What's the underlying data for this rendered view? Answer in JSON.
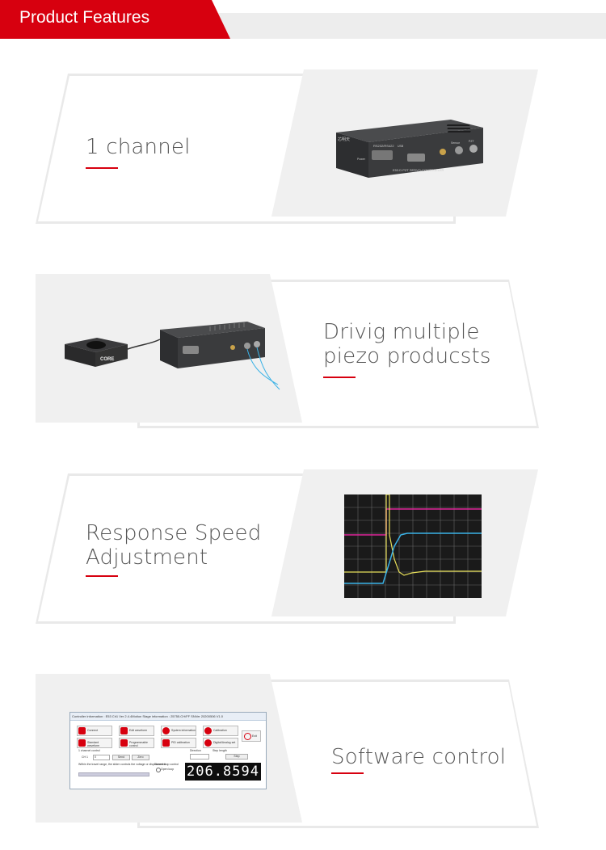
{
  "header": {
    "title": "Product Features"
  },
  "features": [
    {
      "text_lines": [
        "1 channel"
      ]
    },
    {
      "text_lines": [
        "Drivig multiple",
        "piezo producsts"
      ]
    },
    {
      "text_lines": [
        "Response Speed",
        "Adjustment"
      ]
    },
    {
      "text_lines": [
        "Software control"
      ]
    }
  ],
  "device": {
    "brand": "芯明天",
    "port_top": "RS232/RS422",
    "label": "E53.D PZT SERVO-CONTROLLER",
    "power_label": "Power",
    "usb_label": "USB",
    "sensor_label": "Sensor",
    "pzt_label": "PZT"
  },
  "stage": {
    "brand": "CORE"
  },
  "software": {
    "titlebar": "Controller information :   E53 Ch1  Ver  2.4.4Motion Stage information :      25755.CH/FF  SNVer 20200506 V1.0",
    "buttons": [
      "Connect",
      "Edit waveform",
      "System information",
      "Calibration",
      "Standard waveform",
      "Programmable control",
      "PID calibration",
      "Digital/Analog set"
    ],
    "exit_label": "Exit",
    "section": "1 channel control",
    "ch_label": "CH 1",
    "ch_value": "0",
    "send_label": "Send",
    "zero_label": "Zero",
    "direction_label": "Direction",
    "step_label": "Step length",
    "step_button": "Step",
    "closed_loop": "Closed loop control",
    "open_loop": "Open loop",
    "note": "Within the travel range, the slider controls the voltage or displacement",
    "readout": "206.8594"
  },
  "colors": {
    "accent": "#d7000f",
    "osc_yellow": "#e8e05a",
    "osc_magenta": "#e0259a",
    "osc_cyan": "#3ab2e6"
  }
}
